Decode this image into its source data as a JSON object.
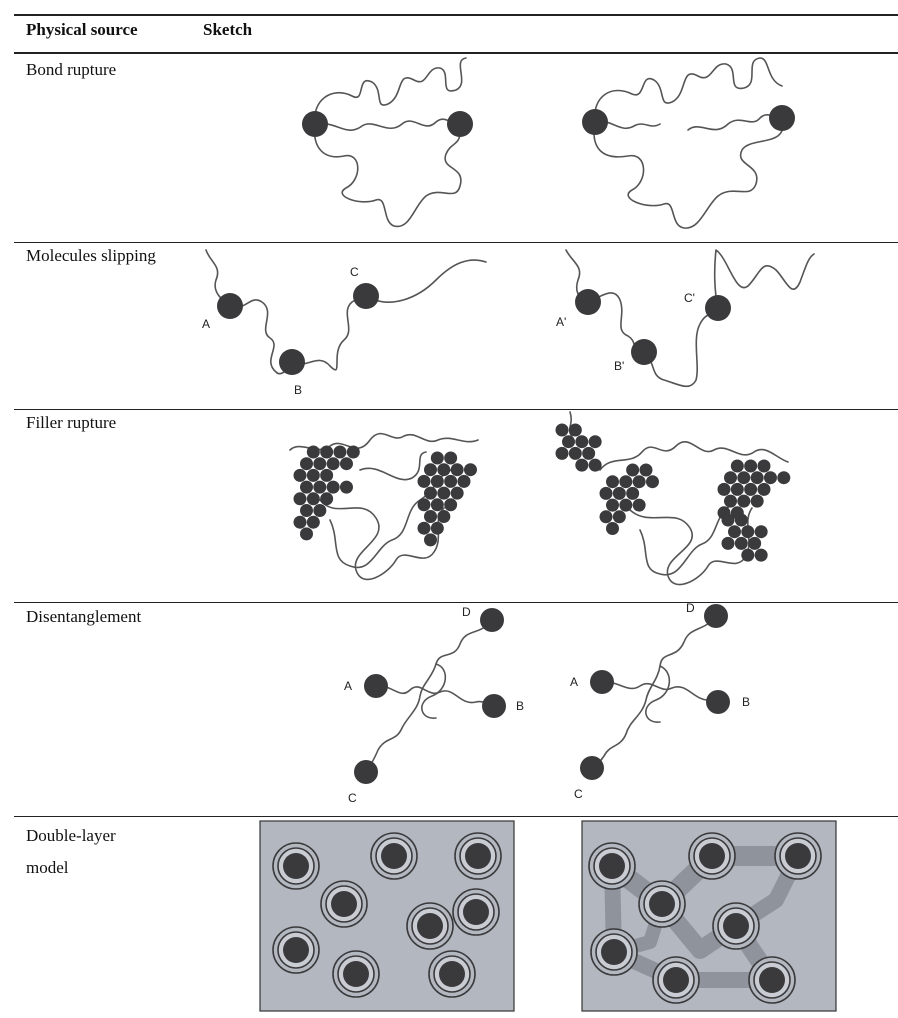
{
  "header": {
    "col1": "Physical source",
    "col2": "Sketch"
  },
  "rows": [
    {
      "label": "Bond rupture"
    },
    {
      "label": "Molecules slipping",
      "left_points": [
        "A",
        "B",
        "C"
      ],
      "right_points": [
        "A'",
        "B'",
        "C'"
      ]
    },
    {
      "label": "Filler rupture"
    },
    {
      "label": "Disentanglement",
      "left_points": [
        "A",
        "B",
        "C",
        "D"
      ],
      "right_points": [
        "A",
        "B",
        "C",
        "D"
      ]
    },
    {
      "label_line1": "Double-layer",
      "label_line2": "model"
    }
  ],
  "colors": {
    "node": "#3a3a3c",
    "chain": "#555555",
    "panel": "#b3b8c0",
    "matrix_path": "#8e939c"
  }
}
